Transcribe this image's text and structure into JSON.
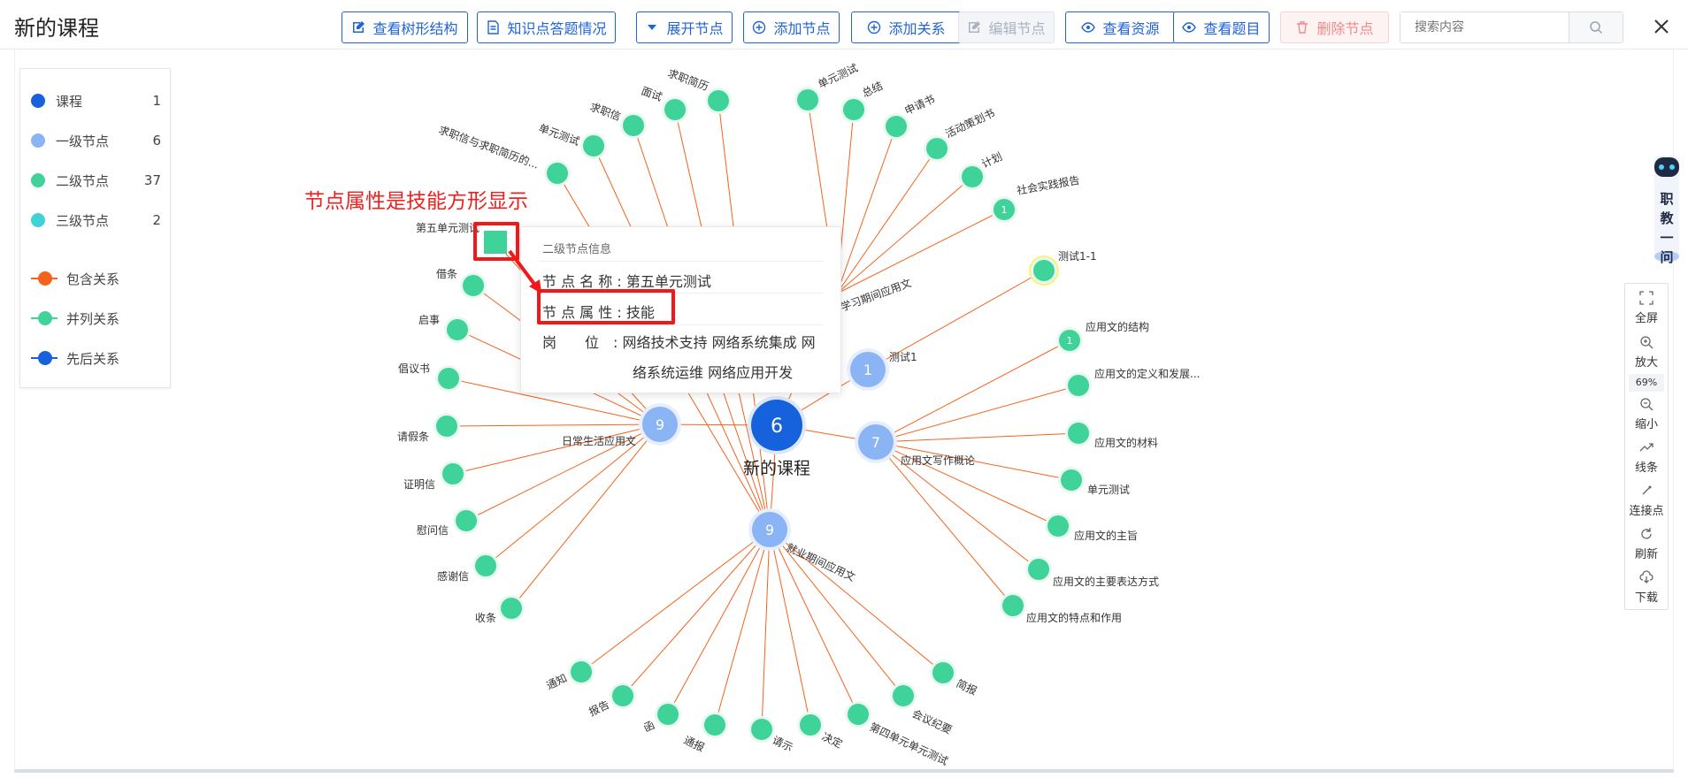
{
  "title": "新的课程",
  "toolbar": {
    "tree_view": "查看树形结构",
    "kp_answers": "知识点答题情况",
    "expand": "展开节点",
    "add_node": "添加节点",
    "add_relation": "添加关系",
    "edit_node": "编辑节点",
    "view_resources": "查看资源",
    "view_questions": "查看题目",
    "delete_node": "删除节点"
  },
  "search": {
    "placeholder": "搜索内容",
    "value": ""
  },
  "legend": {
    "nodes": [
      {
        "label": "课程",
        "count": "1",
        "color": "#1662dc"
      },
      {
        "label": "一级节点",
        "count": "6",
        "color": "#8ab4f4"
      },
      {
        "label": "二级节点",
        "count": "37",
        "color": "#3fd39a"
      },
      {
        "label": "三级节点",
        "count": "2",
        "color": "#3fd3d8"
      }
    ],
    "relations": [
      {
        "label": "包含关系",
        "color": "#f5621c"
      },
      {
        "label": "并列关系",
        "color": "#3fd39a"
      },
      {
        "label": "先后关系",
        "color": "#1662dc"
      }
    ]
  },
  "annotation": "节点属性是技能方形显示",
  "tooltip": {
    "header": "二级节点信息",
    "name_label": "节 点 名 称 :",
    "name_value": "第五单元测试",
    "attr_label": "节 点 属 性 :",
    "attr_value": "技能",
    "pos_label": "岗　　位　:",
    "pos_value_1": "网络技术支持 网络系统集成 网",
    "pos_value_2": "络系统运维 网络应用开发"
  },
  "graph": {
    "center": {
      "label": "新的课程",
      "count": "6"
    },
    "level1": [
      {
        "id": "daily",
        "label": "日常生活应用文",
        "count": "9"
      },
      {
        "id": "writing",
        "label": "应用文写作概论",
        "count": "7"
      },
      {
        "id": "job",
        "label": "就业期间应用文",
        "count": "9"
      },
      {
        "id": "test1",
        "label": "测试1",
        "count": "1"
      },
      {
        "id": "study",
        "label": "学习期间应用文",
        "count": ""
      }
    ],
    "level2": [
      {
        "label": "第五单元测试",
        "parent": "daily",
        "shape": "square"
      },
      {
        "label": "借条",
        "parent": "daily"
      },
      {
        "label": "启事",
        "parent": "daily"
      },
      {
        "label": "倡议书",
        "parent": "daily"
      },
      {
        "label": "请假条",
        "parent": "daily"
      },
      {
        "label": "证明信",
        "parent": "daily"
      },
      {
        "label": "慰问信",
        "parent": "daily"
      },
      {
        "label": "感谢信",
        "parent": "daily"
      },
      {
        "label": "收条",
        "parent": "daily"
      },
      {
        "label": "求职信与求职简历的...",
        "parent": "job"
      },
      {
        "label": "单元测试",
        "parent": "job"
      },
      {
        "label": "求职信",
        "parent": "job"
      },
      {
        "label": "面试",
        "parent": "job"
      },
      {
        "label": "求职简历",
        "parent": "job"
      },
      {
        "label": "单元测试",
        "parent": "study"
      },
      {
        "label": "总结",
        "parent": "study"
      },
      {
        "label": "申请书",
        "parent": "study"
      },
      {
        "label": "活动策划书",
        "parent": "study"
      },
      {
        "label": "计划",
        "parent": "study"
      },
      {
        "label": "社会实践报告",
        "parent": "study",
        "count": "1"
      },
      {
        "label": "应用文的结构",
        "parent": "writing",
        "count": "1"
      },
      {
        "label": "应用文的定义和发展...",
        "parent": "writing"
      },
      {
        "label": "应用文的材料",
        "parent": "writing"
      },
      {
        "label": "单元测试",
        "parent": "writing"
      },
      {
        "label": "应用文的主旨",
        "parent": "writing"
      },
      {
        "label": "应用文的主要表达方式",
        "parent": "writing"
      },
      {
        "label": "应用文的特点和作用",
        "parent": "writing"
      },
      {
        "label": "通知",
        "parent": "job"
      },
      {
        "label": "报告",
        "parent": "job"
      },
      {
        "label": "函",
        "parent": "job"
      },
      {
        "label": "通报",
        "parent": "job"
      },
      {
        "label": "请示",
        "parent": "job"
      },
      {
        "label": "决定",
        "parent": "job"
      },
      {
        "label": "第四单元单元测试",
        "parent": "job"
      },
      {
        "label": "会议纪要",
        "parent": "job"
      },
      {
        "label": "简报",
        "parent": "job"
      },
      {
        "label": "测试1-1",
        "parent": "test1",
        "highlight": true
      }
    ]
  },
  "side_tools": {
    "fullscreen": "全屏",
    "zoom_in": "放大",
    "zoom_level": "69%",
    "zoom_out": "缩小",
    "lines": "线条",
    "connect": "连接点",
    "refresh": "刷新",
    "download": "下载"
  },
  "assistant": "职教一问"
}
